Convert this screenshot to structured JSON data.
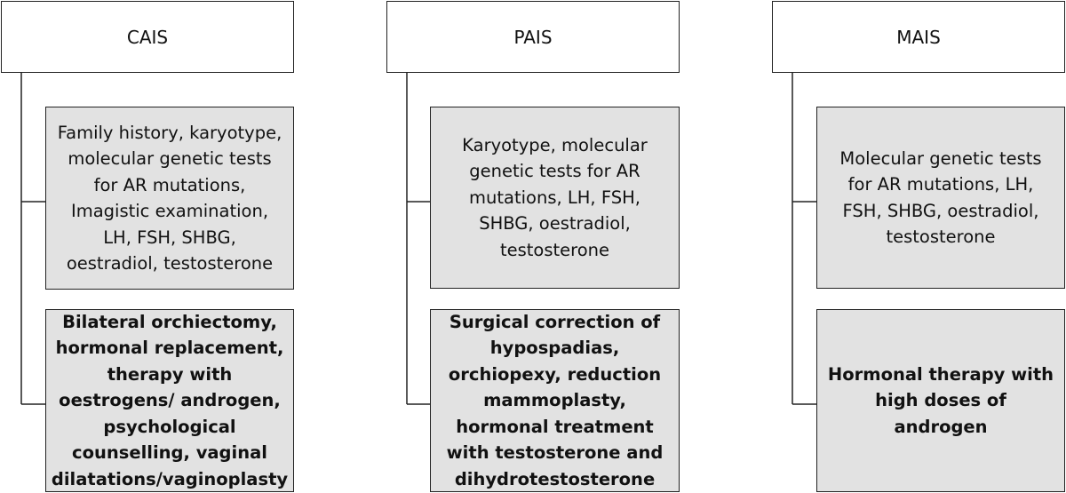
{
  "columns": [
    {
      "title": "CAIS",
      "diagnostics": "Family history, karyotype, molecular genetic tests for AR mutations, Imagistic examination, LH, FSH, SHBG, oestradiol, testosterone",
      "treatment": "Bilateral orchiectomy, hormonal replacement, therapy with oestrogens/ androgen, psychological counselling, vaginal dilatations/vaginoplasty"
    },
    {
      "title": "PAIS",
      "diagnostics": "Karyotype, molecular genetic tests for AR mutations, LH, FSH, SHBG, oestradiol, testosterone",
      "treatment": "Surgical correction of hypospadias, orchiopexy, reduction mammoplasty, hormonal treatment with testosterone and dihydrotestosterone"
    },
    {
      "title": "MAIS",
      "diagnostics": "Molecular genetic tests for AR mutations, LH, FSH, SHBG, oestradiol, testosterone",
      "treatment": "Hormonal therapy with high doses of androgen"
    }
  ]
}
